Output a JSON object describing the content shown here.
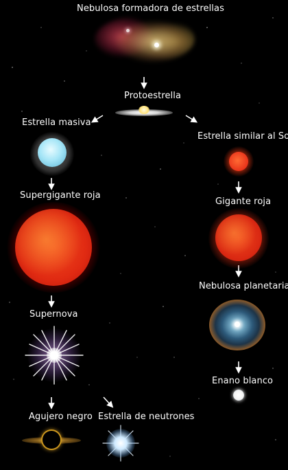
{
  "diagram": {
    "nodes": {
      "nebula": "Nebulosa formadora de estrellas",
      "protostar": "Protoestrella",
      "massive_star": "Estrella masiva",
      "sunlike_star": "Estrella similar al Sol",
      "red_supergiant": "Supergigante roja",
      "red_giant": "Gigante roja",
      "supernova": "Supernova",
      "planetary_nebula": "Nebulosa planetaria",
      "white_dwarf": "Enano blanco",
      "black_hole": "Agujero negro",
      "neutron_star": "Estrella de neutrones"
    }
  },
  "colors": {
    "background": "#000000",
    "text": "#ffffff",
    "arrow": "#ffffff"
  }
}
